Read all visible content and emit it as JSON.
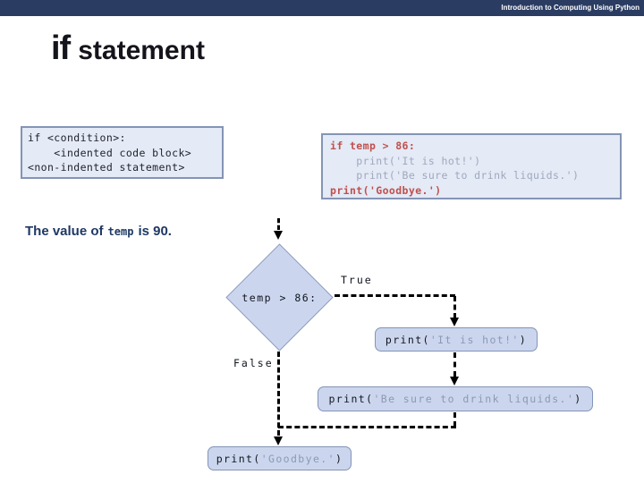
{
  "header": {
    "title": "Introduction to Computing Using Python"
  },
  "title": {
    "keyword": "if",
    "rest": "statement"
  },
  "colors": {
    "header_bg": "#2B3C62",
    "code_box_bg": "#E4EAF6",
    "code_box_border": "#8494B5",
    "highlight_red": "#C0504D",
    "dimmed_gray": "#9FA8BC",
    "flowchart_fill": "#CBD6EE",
    "flowchart_border": "#8494B5",
    "caption_navy": "#1F3864"
  },
  "syntax_box": {
    "line1": "if <condition>:",
    "line2": "    <indented code block>",
    "line3": "<non-indented statement>"
  },
  "example_box": {
    "line1": "if temp > 86:",
    "line2": "    print('It is hot!')",
    "line3": "    print('Be sure to drink liquids.')",
    "line4": "print('Goodbye.')"
  },
  "caption": {
    "pre": "The value of",
    "var": "temp",
    "post": "is 90."
  },
  "flowchart": {
    "condition": "temp > 86:",
    "true_label": "True",
    "false_label": "False",
    "box_hot": {
      "prefix": "print(",
      "string": "'It is hot!'",
      "suffix": ")"
    },
    "box_liquids": {
      "prefix": "print(",
      "string": "'Be sure to drink liquids.'",
      "suffix": ")"
    },
    "box_goodbye": {
      "prefix": "print(",
      "string": "'Goodbye.'",
      "suffix": ")"
    }
  }
}
